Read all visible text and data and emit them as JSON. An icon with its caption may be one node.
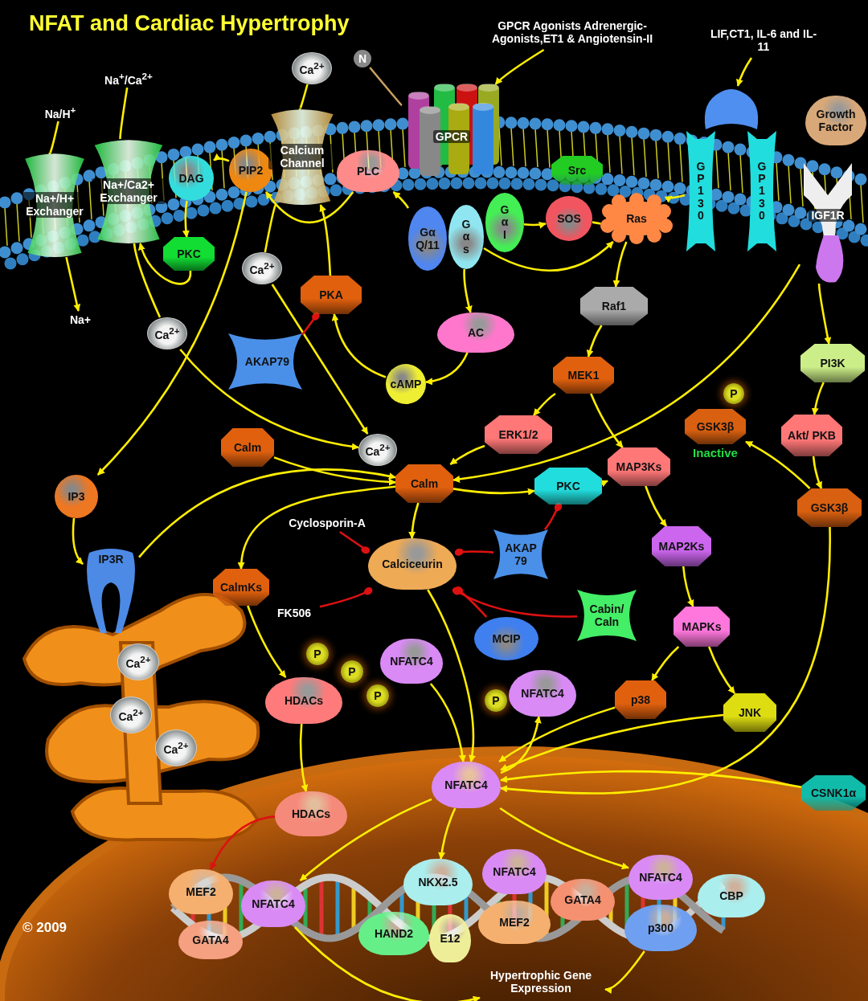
{
  "diagram": {
    "title": "NFAT and Cardiac Hypertrophy",
    "nodes": [
      {
        "text": [
          "Na/H$^{+}$"
        ]
      },
      {
        "text": [
          "Na$^{+}$/Ca$^{2+}$"
        ]
      },
      {
        "text": [
          "Ca$^{2+}$"
        ]
      },
      {
        "text": [
          "N"
        ]
      },
      {
        "text": [
          "GPCR Agonists Adrenergic- Agonists,ET1 & Angiotensin-II"
        ]
      },
      {
        "text": [
          "LIF,CT1, IL-6 and IL-11"
        ]
      },
      {
        "text": [
          "Na+/H+ Exchanger"
        ]
      },
      {
        "text": [
          "Na+/Ca2+ Exchanger"
        ]
      },
      {
        "text": [
          "DAG"
        ]
      },
      {
        "text": [
          "PIP2"
        ]
      },
      {
        "text": [
          "Calcium Channel"
        ]
      },
      {
        "text": [
          "PLC"
        ]
      },
      {
        "text": [
          "GPCR"
        ]
      },
      {
        "text": [
          "Gα Q/11"
        ]
      },
      {
        "text": [
          "G α s"
        ]
      },
      {
        "text": [
          "G α I"
        ]
      },
      {
        "text": [
          "Src"
        ]
      },
      {
        "text": [
          "SOS"
        ]
      },
      {
        "text": [
          "Ras"
        ]
      },
      {
        "text": [
          "GP130"
        ]
      },
      {
        "text": [
          "GP130"
        ]
      },
      {
        "text": [],
        "shape": "dome"
      },
      {
        "text": [
          "Growth Factor"
        ]
      },
      {
        "text": [
          "IGF1R"
        ]
      },
      {
        "text": [
          "PKC"
        ]
      },
      {
        "text": [
          "Na+"
        ]
      },
      {
        "text": [
          "Ca$^{2+}$"
        ]
      },
      {
        "text": [
          "Ca$^{2+}$"
        ]
      },
      {
        "text": [
          "PKA"
        ]
      },
      {
        "text": [
          "AKAP79"
        ]
      },
      {
        "text": [
          "AC"
        ]
      },
      {
        "text": [
          "cAMP"
        ]
      },
      {
        "text": [
          "Raf1"
        ]
      },
      {
        "text": [
          "PI3K"
        ]
      },
      {
        "text": [
          "MEK1"
        ]
      },
      {
        "text": [
          "P"
        ]
      },
      {
        "text": [
          "GSK3β"
        ],
        "beside": [
          "Inactive"
        ]
      },
      {
        "text": [
          "ERK1/2"
        ]
      },
      {
        "text": [
          "Akt/ PKB"
        ]
      },
      {
        "text": [
          "Calm"
        ]
      },
      {
        "text": [
          "Ca$^{2+}$"
        ]
      },
      {
        "text": [
          "Calm"
        ]
      },
      {
        "text": [
          "PKC"
        ]
      },
      {
        "text": [
          "MAP3Ks"
        ]
      },
      {
        "text": [
          "GSK3β"
        ]
      },
      {
        "text": [
          "IP3"
        ]
      },
      {
        "text": [
          "Cyclosporin-A"
        ]
      },
      {
        "text": [
          "AKAP 79"
        ]
      },
      {
        "text": [
          "MAP2Ks"
        ]
      },
      {
        "text": [
          "Calciceurin"
        ]
      },
      {
        "text": [
          "IP3R"
        ]
      },
      {
        "text": [
          "CalmKs"
        ]
      },
      {
        "text": [
          "Cabin/ Caln"
        ]
      },
      {
        "text": [
          "FK506"
        ]
      },
      {
        "text": [
          "MCIP"
        ]
      },
      {
        "text": [
          "MAPKs"
        ]
      },
      {
        "text": [
          "Ca$^{2+}$"
        ]
      },
      {
        "text": [
          "P"
        ]
      },
      {
        "text": [
          "NFATC4"
        ]
      },
      {
        "text": [
          "P"
        ]
      },
      {
        "text": [
          "P"
        ]
      },
      {
        "text": [
          "HDACs"
        ]
      },
      {
        "text": [
          "P"
        ]
      },
      {
        "text": [
          "NFATC4"
        ]
      },
      {
        "text": [
          "p38"
        ]
      },
      {
        "text": [
          "JNK"
        ]
      },
      {
        "text": [
          "Ca$^{2+}$"
        ]
      },
      {
        "text": [
          "Ca$^{2+}$"
        ]
      },
      {
        "text": [
          "NFATC4"
        ]
      },
      {
        "text": [
          "HDACs"
        ]
      },
      {
        "text": [
          "CSNK1α"
        ]
      },
      {
        "text": [
          "MEF2"
        ]
      },
      {
        "text": [
          "NFATC4"
        ]
      },
      {
        "text": [
          "GATA4"
        ]
      },
      {
        "text": [
          "NKX2.5"
        ]
      },
      {
        "text": [
          "NFATC4"
        ]
      },
      {
        "text": [
          "GATA4"
        ]
      },
      {
        "text": [
          "HAND2"
        ]
      },
      {
        "text": [
          "E12"
        ]
      },
      {
        "text": [
          "MEF2"
        ]
      },
      {
        "text": [
          "NFATC4"
        ]
      },
      {
        "text": [
          "CBP"
        ]
      },
      {
        "text": [
          "p300"
        ]
      },
      {
        "text": [
          "Hypertrophic Gene Expression"
        ]
      }
    ],
    "edges": [
      {
        "from": 0,
        "to": 6,
        "arrow": "none"
      },
      {
        "from": 1,
        "to": 7,
        "arrow": "none"
      },
      {
        "from": 6,
        "to": 25,
        "arrow": "to"
      },
      {
        "from": 2,
        "to": 10,
        "arrow": "none"
      },
      {
        "from": 3,
        "to": 12,
        "arrow": "none",
        "color": "#c8a060"
      },
      {
        "from": 4,
        "to": 12,
        "arrow": "to"
      },
      {
        "from": 5,
        "to": 21,
        "arrow": "to"
      },
      {
        "from": 8,
        "to": 24,
        "arrow": "to"
      },
      {
        "from": 24,
        "to": 7,
        "arrow": "to"
      },
      {
        "from": 11,
        "to": 9,
        "arrow": "to"
      },
      {
        "from": 9,
        "to": 8,
        "arrow": "to"
      },
      {
        "from": 9,
        "to": 45,
        "arrow": "to"
      },
      {
        "from": 45,
        "to": 50,
        "arrow": "to"
      },
      {
        "from": 50,
        "to": 41,
        "arrow": "to"
      },
      {
        "from": 39,
        "to": 41,
        "arrow": "to"
      },
      {
        "from": 7,
        "to": 27,
        "arrow": "none"
      },
      {
        "from": 27,
        "to": 40,
        "arrow": "to"
      },
      {
        "from": 10,
        "to": 26,
        "arrow": "none"
      },
      {
        "from": 26,
        "to": 40,
        "arrow": "to"
      },
      {
        "from": 28,
        "to": 10,
        "arrow": "to"
      },
      {
        "from": 29,
        "to": 28,
        "arrow": "other",
        "color": "#dd1111"
      },
      {
        "from": 31,
        "to": 28,
        "arrow": "to"
      },
      {
        "from": 30,
        "to": 31,
        "arrow": "to"
      },
      {
        "from": 14,
        "to": 30,
        "arrow": "to"
      },
      {
        "from": 13,
        "to": 11,
        "arrow": "to"
      },
      {
        "from": 14,
        "to": 18,
        "arrow": "to"
      },
      {
        "from": 15,
        "to": 17,
        "arrow": "to"
      },
      {
        "from": 17,
        "to": 18,
        "arrow": "to"
      },
      {
        "from": 19,
        "to": 18,
        "arrow": "to"
      },
      {
        "from": 18,
        "to": 32,
        "arrow": "to"
      },
      {
        "from": 32,
        "to": 34,
        "arrow": "to"
      },
      {
        "from": 34,
        "to": 37,
        "arrow": "to"
      },
      {
        "from": 34,
        "to": 43,
        "arrow": "to"
      },
      {
        "from": 37,
        "to": 41,
        "arrow": "to"
      },
      {
        "from": 23,
        "to": 33,
        "arrow": "to"
      },
      {
        "from": 23,
        "to": 41,
        "arrow": "to"
      },
      {
        "from": 41,
        "to": 42,
        "arrow": "to"
      },
      {
        "from": 33,
        "to": 38,
        "arrow": "to"
      },
      {
        "from": 38,
        "to": 44,
        "arrow": "to"
      },
      {
        "from": 44,
        "to": 36,
        "arrow": "to"
      },
      {
        "from": 44,
        "to": 68,
        "arrow": "to"
      },
      {
        "from": 42,
        "to": 43,
        "arrow": "to"
      },
      {
        "from": 43,
        "to": 48,
        "arrow": "to"
      },
      {
        "from": 48,
        "to": 55,
        "arrow": "to"
      },
      {
        "from": 55,
        "to": 64,
        "arrow": "to"
      },
      {
        "from": 55,
        "to": 65,
        "arrow": "to"
      },
      {
        "from": 64,
        "to": 68,
        "arrow": "to"
      },
      {
        "from": 65,
        "to": 68,
        "arrow": "to"
      },
      {
        "from": 70,
        "to": 68,
        "arrow": "to"
      },
      {
        "from": 41,
        "to": 49,
        "arrow": "to"
      },
      {
        "from": 41,
        "to": 51,
        "arrow": "to"
      },
      {
        "from": 51,
        "to": 61,
        "arrow": "to"
      },
      {
        "from": 46,
        "to": 49,
        "arrow": "other",
        "color": "#dd1111"
      },
      {
        "from": 53,
        "to": 49,
        "arrow": "other",
        "color": "#dd1111"
      },
      {
        "from": 47,
        "to": 49,
        "arrow": "other",
        "color": "#dd1111"
      },
      {
        "from": 47,
        "to": 42,
        "arrow": "other",
        "color": "#dd1111"
      },
      {
        "from": 52,
        "to": 49,
        "arrow": "other",
        "color": "#dd1111"
      },
      {
        "from": 54,
        "to": 49,
        "arrow": "other",
        "color": "#dd1111"
      },
      {
        "from": 49,
        "to": 68,
        "arrow": "to"
      },
      {
        "from": 58,
        "to": 68,
        "arrow": "to"
      },
      {
        "from": 68,
        "to": 63,
        "arrow": "to"
      },
      {
        "from": 61,
        "to": 69,
        "arrow": "to"
      },
      {
        "from": 69,
        "to": 71,
        "arrow": "to",
        "color": "#dd1111"
      },
      {
        "from": 68,
        "to": 72,
        "arrow": "to"
      },
      {
        "from": 68,
        "to": 74,
        "arrow": "to"
      },
      {
        "from": 68,
        "to": 80,
        "arrow": "to"
      },
      {
        "from": 72,
        "to": 83,
        "arrow": "to"
      },
      {
        "from": 82,
        "to": 83,
        "arrow": "to"
      }
    ],
    "labels": [
      "© 2009"
    ]
  }
}
